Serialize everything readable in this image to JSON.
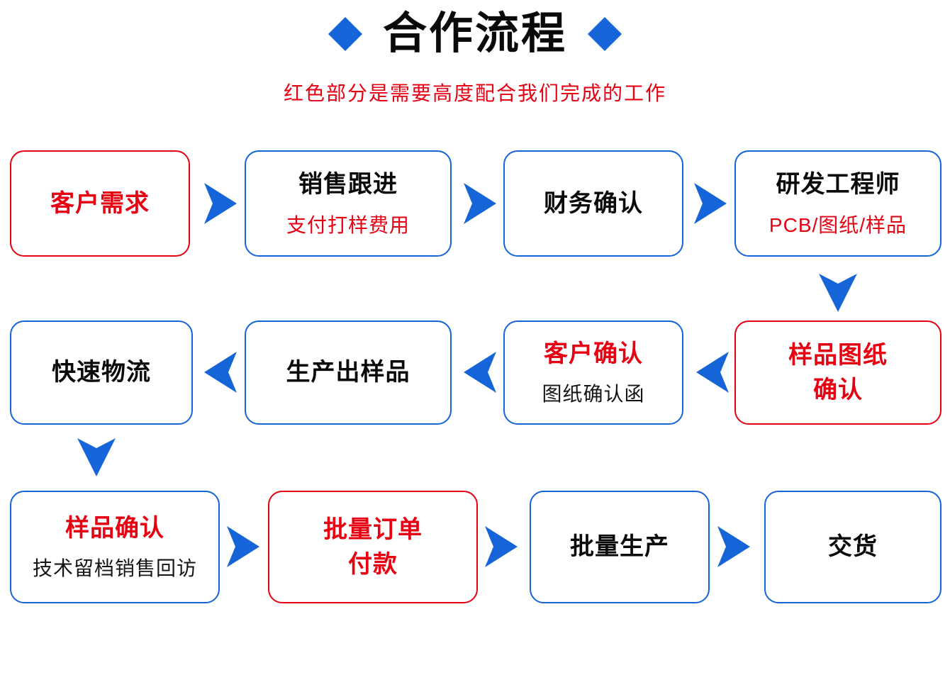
{
  "header": {
    "title": "合作流程",
    "subtitle": "红色部分是需要高度配合我们完成的工作"
  },
  "colors": {
    "accent_blue": "#1565d8",
    "accent_red": "#e60012",
    "text_black": "#0a0a0a",
    "background": "#ffffff"
  },
  "icons": {
    "title_left": "diamond-icon",
    "title_right": "diamond-icon",
    "flow_arrows": "chevron-arrow-icon"
  },
  "nodes": [
    {
      "title": "客户需求",
      "border": "red",
      "title_color": "red"
    },
    {
      "title": "销售跟进",
      "subtitle": "支付打样费用",
      "border": "blue",
      "title_color": "black",
      "subtitle_color": "red"
    },
    {
      "title": "财务确认",
      "border": "blue",
      "title_color": "black"
    },
    {
      "title": "研发工程师",
      "subtitle": "PCB/图纸/样品",
      "border": "blue",
      "title_color": "black",
      "subtitle_color": "red"
    },
    {
      "title": "样品图纸",
      "title_line2": "确认",
      "border": "red",
      "title_color": "red"
    },
    {
      "title": "客户确认",
      "subtitle": "图纸确认函",
      "border": "blue",
      "title_color": "red",
      "subtitle_color": "black"
    },
    {
      "title": "生产出样品",
      "border": "blue",
      "title_color": "black"
    },
    {
      "title": "快速物流",
      "border": "blue",
      "title_color": "black"
    },
    {
      "title": "样品确认",
      "subtitle": "技术留档销售回访",
      "border": "blue",
      "title_color": "red",
      "subtitle_color": "black"
    },
    {
      "title": "批量订单",
      "title_line2": "付款",
      "border": "red",
      "title_color": "red"
    },
    {
      "title": "批量生产",
      "border": "blue",
      "title_color": "black"
    },
    {
      "title": "交货",
      "border": "blue",
      "title_color": "black"
    }
  ],
  "flow_order_note": "row1 left-to-right, row2 right-to-left, row3 left-to-right"
}
